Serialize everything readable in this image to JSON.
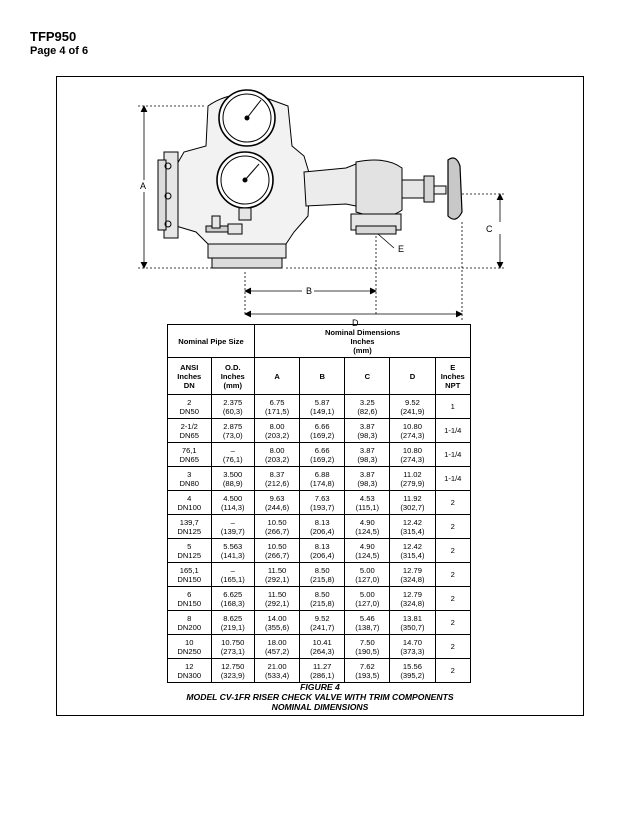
{
  "header": {
    "doc_id": "TFP950",
    "page": "Page 4 of 6"
  },
  "drawing": {
    "labels": {
      "a": "A",
      "b": "B",
      "c": "C",
      "d": "D",
      "e": "E"
    }
  },
  "table": {
    "group1": "Nominal Pipe Size",
    "group2_line1": "Nominal Dimensions",
    "group2_line2": "Inches",
    "group2_line3": "(mm)",
    "columns": [
      [
        "ANSI",
        "Inches",
        "DN"
      ],
      [
        "O.D.",
        "Inches",
        "(mm)"
      ],
      [
        "A"
      ],
      [
        "B"
      ],
      [
        "C"
      ],
      [
        "D"
      ],
      [
        "E",
        "Inches",
        "NPT"
      ]
    ],
    "rows": [
      [
        [
          "2",
          "DN50"
        ],
        [
          "2.375",
          "(60,3)"
        ],
        [
          "6.75",
          "(171,5)"
        ],
        [
          "5.87",
          "(149,1)"
        ],
        [
          "3.25",
          "(82,6)"
        ],
        [
          "9.52",
          "(241,9)"
        ],
        [
          "1"
        ]
      ],
      [
        [
          "2-1/2",
          "DN65"
        ],
        [
          "2.875",
          "(73,0)"
        ],
        [
          "8.00",
          "(203,2)"
        ],
        [
          "6.66",
          "(169,2)"
        ],
        [
          "3.87",
          "(98,3)"
        ],
        [
          "10.80",
          "(274,3)"
        ],
        [
          "1-1/4"
        ]
      ],
      [
        [
          "76,1",
          "DN65"
        ],
        [
          "–",
          "(76,1)"
        ],
        [
          "8.00",
          "(203,2)"
        ],
        [
          "6.66",
          "(169,2)"
        ],
        [
          "3.87",
          "(98,3)"
        ],
        [
          "10.80",
          "(274,3)"
        ],
        [
          "1-1/4"
        ]
      ],
      [
        [
          "3",
          "DN80"
        ],
        [
          "3.500",
          "(88,9)"
        ],
        [
          "8.37",
          "(212,6)"
        ],
        [
          "6.88",
          "(174,8)"
        ],
        [
          "3.87",
          "(98,3)"
        ],
        [
          "11.02",
          "(279,9)"
        ],
        [
          "1-1/4"
        ]
      ],
      [
        [
          "4",
          "DN100"
        ],
        [
          "4.500",
          "(114,3)"
        ],
        [
          "9.63",
          "(244,6)"
        ],
        [
          "7.63",
          "(193,7)"
        ],
        [
          "4.53",
          "(115,1)"
        ],
        [
          "11.92",
          "(302,7)"
        ],
        [
          "2"
        ]
      ],
      [
        [
          "139,7",
          "DN125"
        ],
        [
          "–",
          "(139,7)"
        ],
        [
          "10.50",
          "(266,7)"
        ],
        [
          "8.13",
          "(206,4)"
        ],
        [
          "4.90",
          "(124,5)"
        ],
        [
          "12.42",
          "(315,4)"
        ],
        [
          "2"
        ]
      ],
      [
        [
          "5",
          "DN125"
        ],
        [
          "5.563",
          "(141,3)"
        ],
        [
          "10.50",
          "(266,7)"
        ],
        [
          "8.13",
          "(206,4)"
        ],
        [
          "4.90",
          "(124,5)"
        ],
        [
          "12.42",
          "(315,4)"
        ],
        [
          "2"
        ]
      ],
      [
        [
          "165,1",
          "DN150"
        ],
        [
          "–",
          "(165,1)"
        ],
        [
          "11.50",
          "(292,1)"
        ],
        [
          "8.50",
          "(215,8)"
        ],
        [
          "5.00",
          "(127,0)"
        ],
        [
          "12.79",
          "(324,8)"
        ],
        [
          "2"
        ]
      ],
      [
        [
          "6",
          "DN150"
        ],
        [
          "6.625",
          "(168,3)"
        ],
        [
          "11.50",
          "(292,1)"
        ],
        [
          "8.50",
          "(215,8)"
        ],
        [
          "5.00",
          "(127,0)"
        ],
        [
          "12.79",
          "(324,8)"
        ],
        [
          "2"
        ]
      ],
      [
        [
          "8",
          "DN200"
        ],
        [
          "8.625",
          "(219,1)"
        ],
        [
          "14.00",
          "(355,6)"
        ],
        [
          "9.52",
          "(241,7)"
        ],
        [
          "5.46",
          "(138,7)"
        ],
        [
          "13.81",
          "(350,7)"
        ],
        [
          "2"
        ]
      ],
      [
        [
          "10",
          "DN250"
        ],
        [
          "10.750",
          "(273,1)"
        ],
        [
          "18.00",
          "(457,2)"
        ],
        [
          "10.41",
          "(264,3)"
        ],
        [
          "7.50",
          "(190,5)"
        ],
        [
          "14.70",
          "(373,3)"
        ],
        [
          "2"
        ]
      ],
      [
        [
          "12",
          "DN300"
        ],
        [
          "12.750",
          "(323,9)"
        ],
        [
          "21.00",
          "(533,4)"
        ],
        [
          "11.27",
          "(286,1)"
        ],
        [
          "7.62",
          "(193,5)"
        ],
        [
          "15.56",
          "(395,2)"
        ],
        [
          "2"
        ]
      ]
    ]
  },
  "caption": {
    "line1": "FIGURE 4",
    "line2": "MODEL CV-1FR RISER CHECK VALVE WITH TRIM COMPONENTS",
    "line3": "NOMINAL DIMENSIONS"
  }
}
